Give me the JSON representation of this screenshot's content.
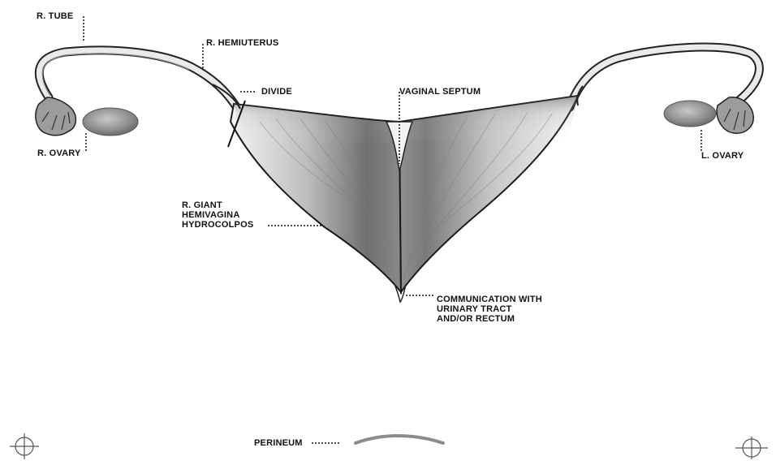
{
  "labels": {
    "r_tube": "R. TUBE",
    "r_hemiuterus": "R. HEMIUTERUS",
    "divide": "DIVIDE",
    "vaginal_septum": "VAGINAL SEPTUM",
    "r_ovary": "R. OVARY",
    "l_ovary": "L. OVARY",
    "r_giant_hemivagina": [
      "R. GIANT",
      "HEMIVAGINA",
      "HYDROCOLPOS"
    ],
    "communication": [
      "COMMUNICATION WITH",
      "URINARY TRACT",
      "AND/OR RECTUM"
    ],
    "perineum": "PERINEUM"
  },
  "colors": {
    "ink": "#111111",
    "shade_dark": "#6a6a6a",
    "shade_light": "#d9d9d9",
    "ovary": "#9a9a9a"
  }
}
